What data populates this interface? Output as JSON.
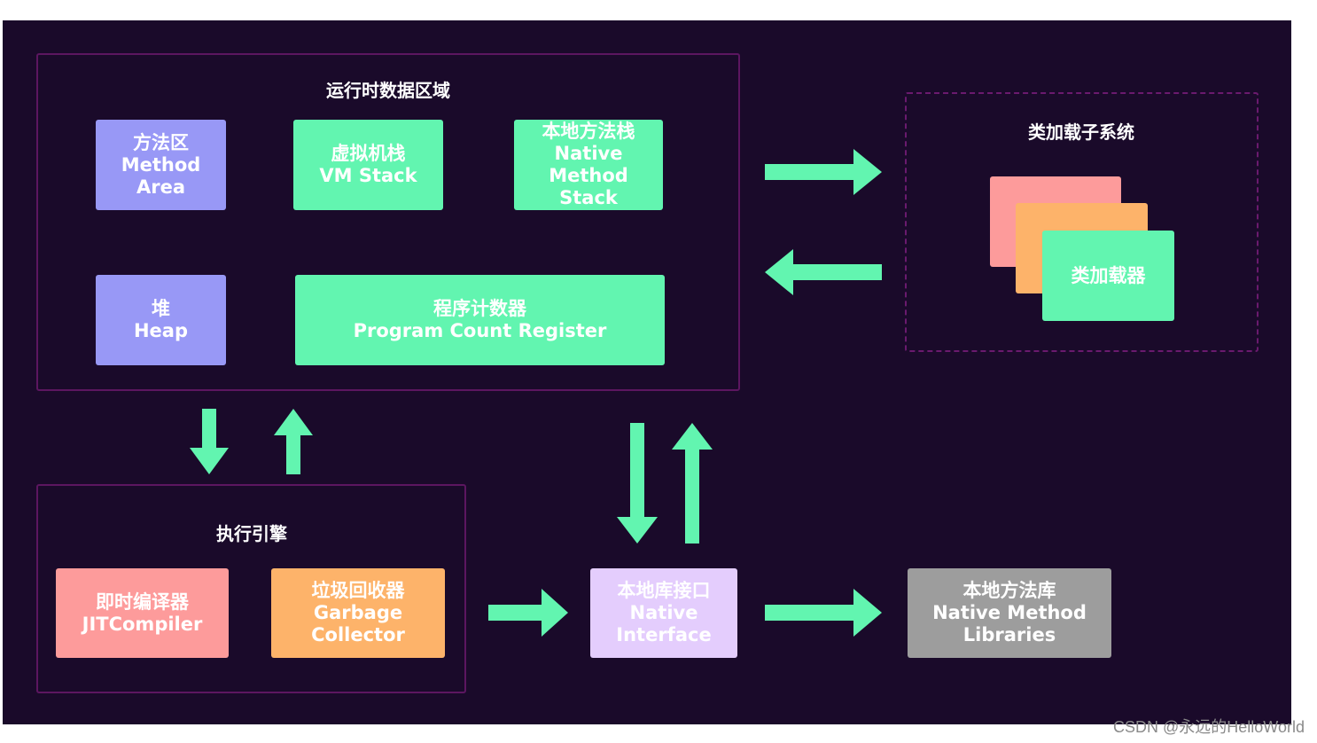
{
  "runtime_area": {
    "title": "运行时数据区域",
    "method_area": [
      "方法区",
      "Method",
      "Area"
    ],
    "vm_stack": [
      "虚拟机栈",
      "VM Stack"
    ],
    "native_stack": [
      "本地方法栈",
      "Native",
      "Method",
      "Stack"
    ],
    "heap": [
      "堆",
      "Heap"
    ],
    "pc_register": [
      "程序计数器",
      "Program Count Register"
    ]
  },
  "class_loader_subsystem": {
    "title": "类加载子系统",
    "loader_label": "类加载器"
  },
  "execution_engine": {
    "title": "执行引擎",
    "jit": [
      "即时编译器",
      "JITCompiler"
    ],
    "gc": [
      "垃圾回收器",
      "Garbage",
      "Collector"
    ]
  },
  "native_interface": [
    "本地库接口",
    "Native",
    "Interface"
  ],
  "native_libraries": [
    "本地方法库",
    "Native Method",
    "Libraries"
  ],
  "watermark": "CSDN @永远的HelloWorld",
  "colors": {
    "background": "#1a0a2a",
    "frame": "#5c1660",
    "arrow": "#62f5b0",
    "purple": "#9898f6",
    "green": "#62f5b0",
    "red": "#fd9b9b",
    "orange": "#fdb36a",
    "lilac": "#e4cdfd",
    "gray": "#9d9d9d"
  }
}
